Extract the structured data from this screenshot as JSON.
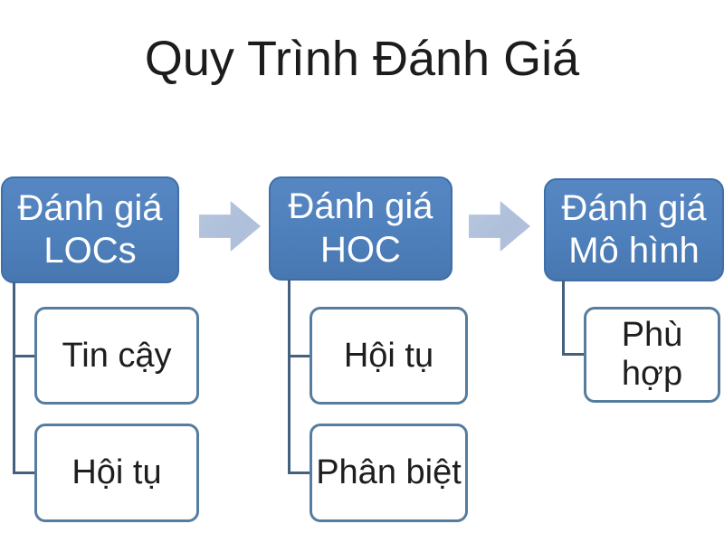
{
  "title": "Quy Trình Đánh Giá",
  "process": {
    "steps": [
      {
        "main": {
          "line1": "Đánh giá",
          "line2": "LOCs"
        },
        "subs": [
          {
            "label": "Tin cậy"
          },
          {
            "label": "Hội tụ"
          }
        ]
      },
      {
        "main": {
          "line1": "Đánh giá",
          "line2": "HOC"
        },
        "subs": [
          {
            "label": "Hội tụ"
          },
          {
            "label": "Phân biệt"
          }
        ]
      },
      {
        "main": {
          "line1": "Đánh giá",
          "line2": "Mô hình"
        },
        "subs": [
          {
            "label": "Phù hợp"
          }
        ]
      }
    ]
  },
  "colors": {
    "background": "#ffffff",
    "title_text": "#1c1c1c",
    "main_box_fill": "#4e80bc",
    "main_box_border": "#3f6fa6",
    "main_box_text": "#ffffff",
    "sub_box_fill": "#ffffff",
    "sub_box_border": "#567c9e",
    "sub_box_text": "#1e1e1e",
    "connector_line": "#44607f",
    "arrow_fill": "#aebfda"
  }
}
